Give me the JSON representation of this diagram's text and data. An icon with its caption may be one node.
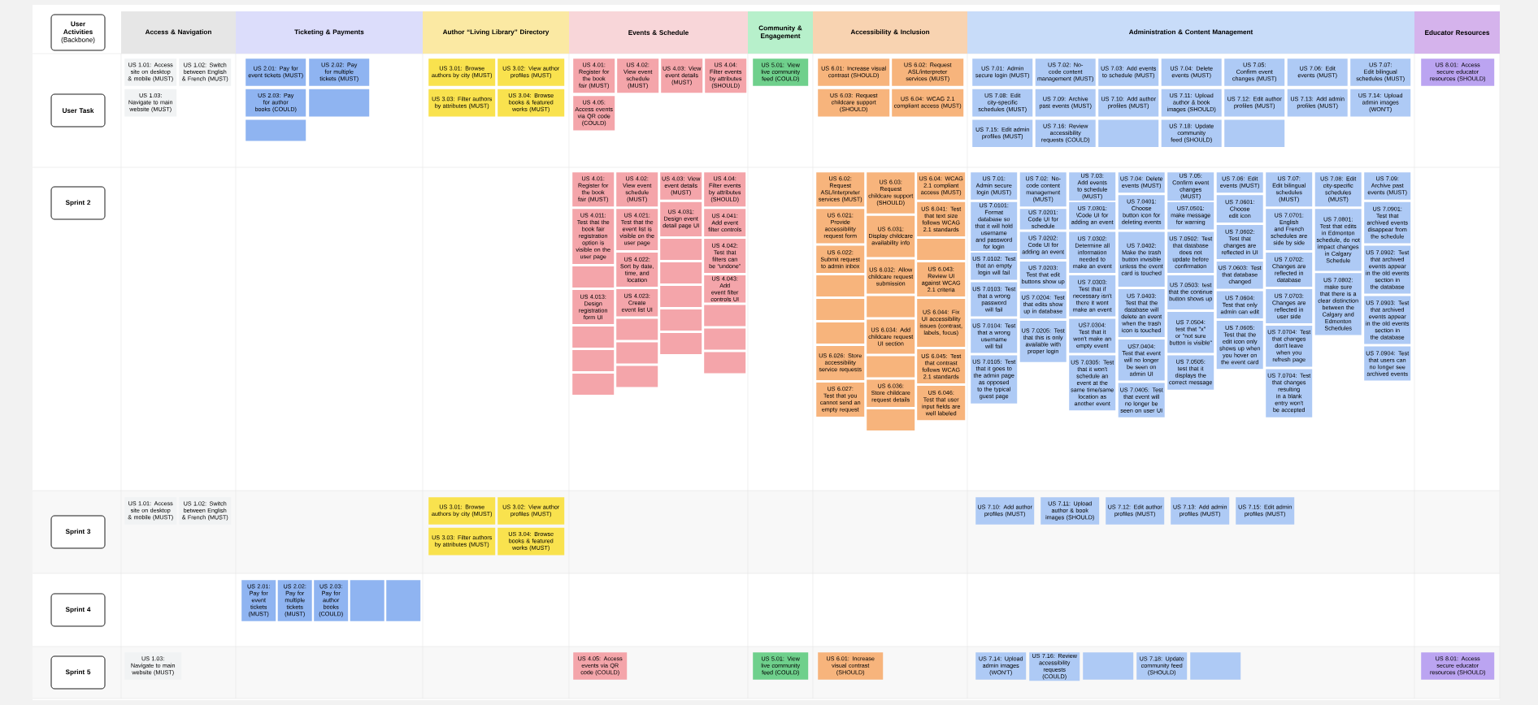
{
  "diagram": {
    "nodes": [
      {
        "text": [
          "**User Activities** (Backbone)"
        ]
      },
      {
        "text": [
          "Access & Navigation"
        ]
      },
      {
        "text": [
          "Ticketing & Payments"
        ]
      },
      {
        "text": [
          "Author “Living Library” Directory"
        ]
      },
      {
        "text": [
          "Events & Schedule"
        ]
      },
      {
        "text": [
          "Community & Engagement"
        ]
      },
      {
        "text": [
          "Accessibility & Inclusion"
        ]
      },
      {
        "text": [
          "Administration & Content Management"
        ]
      },
      {
        "text": [
          "Educator Resources"
        ]
      },
      {
        "text": [
          "User Task"
        ]
      },
      {
        "text": [
          "US 1.01: Access site on desktop & mobile (MUST)"
        ]
      },
      {
        "text": [
          "US 1.02: Switch between English & French (MUST)"
        ]
      },
      {
        "text": [
          "US 1.03: Navigate to main website (MUST)"
        ]
      },
      {
        "text": [
          "US 2.01: Pay for event tickets (MUST)"
        ]
      },
      {
        "text": [
          "US 2.02: Pay for multiple tickets (MUST)"
        ]
      },
      {
        "text": [
          "US 2.03: Pay for author books (COULD)"
        ]
      },
      {
        "text": [],
        "shape": "box"
      },
      {
        "text": [],
        "shape": "box"
      },
      {
        "text": [
          "US 3.01: Browse authors by city (MUST)"
        ]
      },
      {
        "text": [
          "US 3.02: View author profiles (MUST)"
        ]
      },
      {
        "text": [
          "US 3.03: Filter authors by attributes (MUST)"
        ]
      },
      {
        "text": [
          "US 3.04: Browse books & featured works (MUST)"
        ]
      },
      {
        "text": [
          "US 4.01: Register for the book fair (MUST)"
        ]
      },
      {
        "text": [
          "US 4.02: View event schedule (MUST)"
        ]
      },
      {
        "text": [
          "US 4.03: View event details (MUST)"
        ]
      },
      {
        "text": [
          "US 4.04: Filter events by attributes (SHOULD)"
        ]
      },
      {
        "text": [
          "US 4.05: Access events via QR code (COULD)"
        ]
      },
      {
        "text": [
          "US 5.01: View live community feed (COULD)"
        ]
      },
      {
        "text": [
          "US 6.01: Increase visual contrast (SHOULD)"
        ]
      },
      {
        "text": [
          "US 6.02: Request ASL/interpreter services (MUST)"
        ]
      },
      {
        "text": [
          "US 6.03: Request childcare support (SHOULD)"
        ]
      },
      {
        "text": [
          "US 6.04: WCAG 2.1 compliant access (MUST)"
        ]
      },
      {
        "text": [
          "US 7.01: Admin secure login (MUST)"
        ]
      },
      {
        "text": [
          "US 7.02: No-code content management (MUST)"
        ]
      },
      {
        "text": [
          "US 7.03: Add events to schedule (MUST)"
        ]
      },
      {
        "text": [
          "US 7.04: Delete events (MUST)"
        ]
      },
      {
        "text": [
          "US 7.05: Confirm event changes (MUST)"
        ]
      },
      {
        "text": [
          "US 7.06: Edit events (MUST)"
        ]
      },
      {
        "text": [
          "US 7.07: Edit bilingual schedules (MUST)"
        ]
      },
      {
        "text": [
          "US 7.08: Edit city-specific schedules (MUST)"
        ]
      },
      {
        "text": [
          "US 7.09: Archive past events (MUST)"
        ]
      },
      {
        "text": [
          "US 7.10: Add author profiles (MUST)"
        ]
      },
      {
        "text": [
          "US 7.11: Upload author & book images (SHOULD)"
        ]
      },
      {
        "text": [
          "US 7.12: Edit author profiles (MUST)"
        ]
      },
      {
        "text": [
          "US 7.13: Add admin profiles (MUST)"
        ]
      },
      {
        "text": [
          "US 7.14: Upload admin images (WON'T)"
        ]
      },
      {
        "text": [
          "US 7.15: Edit admin profiles (MUST)"
        ]
      },
      {
        "text": [
          "US 7.16: Review accessibility requests (COULD)"
        ]
      },
      {
        "text": [],
        "shape": "box"
      },
      {
        "text": [
          "US 7.18: Update community feed (SHOULD)"
        ]
      },
      {
        "text": [],
        "shape": "box"
      },
      {
        "text": [
          "US 8.01: Access secure educator resources (SHOULD)"
        ]
      },
      {
        "text": [
          "Sprint 2"
        ]
      },
      {
        "text": [
          "US 4.01: Register for the book fair (MUST)"
        ]
      },
      {
        "text": [
          "US 4.011: Test that the book fair registration option is visible on the user page"
        ]
      },
      {
        "text": [],
        "shape": "box"
      },
      {
        "text": [
          "US 4.013: Design registration form UI"
        ]
      },
      {
        "text": [],
        "shape": "box"
      },
      {
        "text": [],
        "shape": "box"
      },
      {
        "text": [],
        "shape": "box"
      },
      {
        "text": [
          "US 4.02: View event schedule (MUST)"
        ]
      },
      {
        "text": [
          "US 4.021: Test that the event list is visible on the user page"
        ]
      },
      {
        "text": [
          "US 4.022: Sort by date, time, and location"
        ]
      },
      {
        "text": [
          "US 4.023: Create event list UI"
        ]
      },
      {
        "text": [],
        "shape": "box"
      },
      {
        "text": [],
        "shape": "box"
      },
      {
        "text": [],
        "shape": "box"
      },
      {
        "text": [
          "US 4.03: View event details (MUST)"
        ]
      },
      {
        "text": [
          "US 4.031: Design event detail page UI"
        ]
      },
      {
        "text": [],
        "shape": "box"
      },
      {
        "text": [],
        "shape": "box"
      },
      {
        "text": [],
        "shape": "box"
      },
      {
        "text": [],
        "shape": "box"
      },
      {
        "text": [],
        "shape": "box"
      },
      {
        "text": [
          "US 4.04: Filter events by attributes (SHOULD)"
        ]
      },
      {
        "text": [
          "US 4.041: Add event filter controls"
        ]
      },
      {
        "text": [
          "US 4.042: Test that filters can be “undone”"
        ]
      },
      {
        "text": [
          "US 4.043: Add event filter controls UI"
        ]
      },
      {
        "text": [],
        "shape": "box"
      },
      {
        "text": [],
        "shape": "box"
      },
      {
        "text": [],
        "shape": "box"
      },
      {
        "text": [
          "US 6.02: Request ASL/interpreter services (MUST)"
        ]
      },
      {
        "text": [
          "US 6.021: Provide accessibility request form"
        ]
      },
      {
        "text": [
          "US 6.022: Submit request to admin inbox"
        ]
      },
      {
        "text": [],
        "shape": "box"
      },
      {
        "text": [],
        "shape": "box"
      },
      {
        "text": [],
        "shape": "box"
      },
      {
        "text": [
          "US 6.026: Store accessibility service requests"
        ]
      },
      {
        "text": [
          "US 6.027: Test that you cannot send an empty request"
        ]
      },
      {
        "text": [
          "US 6.03: Request childcare support (SHOULD)"
        ]
      },
      {
        "text": [
          "US 6.031: Display childcare availability info"
        ]
      },
      {
        "text": [
          "US 6.032: Allow childcare request submission"
        ]
      },
      {
        "text": [],
        "shape": "box"
      },
      {
        "text": [
          "US 6.034: Add childcare request UI section"
        ]
      },
      {
        "text": [],
        "shape": "box"
      },
      {
        "text": [
          "US 6.036: Store childcare request details"
        ]
      },
      {
        "text": [],
        "shape": "box"
      },
      {
        "text": [
          "US 6.04: WCAG 2.1 compliant access (MUST)"
        ]
      },
      {
        "text": [
          "US 6.041: Test that text size follows WCAG 2.1 standards"
        ]
      },
      {
        "text": [],
        "shape": "box"
      },
      {
        "text": [
          "US 6.043: Review UI against WCAG 2.1 criteria"
        ]
      },
      {
        "text": [
          "US 6.044: Fix UI accessibility issues (contrast, labels, focus)"
        ]
      },
      {
        "text": [
          "US 6.045: Test that contrast follows WCAG 2.1 standards"
        ]
      },
      {
        "text": [
          "US 6.046: Test that user input fields are well labeled"
        ]
      },
      {
        "text": [
          "US 7.01: Admin secure login (MUST)"
        ]
      },
      {
        "text": [
          "US 7.0101: Format database so that it will hold username and password for login"
        ]
      },
      {
        "text": [
          "US 7.0102: Test that an empty login will fail"
        ]
      },
      {
        "text": [
          "US 7.0103: Test that a wrong password will fail"
        ]
      },
      {
        "text": [
          "US 7.0104: Test that a wrong username will fail"
        ]
      },
      {
        "text": [
          "US 7.0105: Test that it goes to the admin page as opposed to the typical guest page"
        ]
      },
      {
        "text": [
          "US 7.02: No-code content management (MUST)"
        ]
      },
      {
        "text": [
          "US 7.0201: Code UI for schedule"
        ]
      },
      {
        "text": [
          "US 7.0202: Code UI for adding an event"
        ]
      },
      {
        "text": [
          "US 7.0203: Test that edit buttons show up"
        ]
      },
      {
        "text": [
          "US 7.0204: Test that edits show up in database"
        ]
      },
      {
        "text": [
          "US 7.0205: Test that this is only available with proper login"
        ]
      },
      {
        "text": [
          "US 7.03: Add events to schedule (MUST)"
        ]
      },
      {
        "text": [
          "US 7.0301: \\Code UI for adding an event"
        ]
      },
      {
        "text": [
          "US 7.0302: Determine all information needed to make an event"
        ]
      },
      {
        "text": [
          "US 7.0303: Test that if necessary isn't there it wont make an event"
        ]
      },
      {
        "text": [
          "US7.0304: Test that it won't make an empty event"
        ]
      },
      {
        "text": [
          "US 7.0305: Test that it won't schedule an event at the same time/same location as another event"
        ]
      },
      {
        "text": [
          "US 7.04: Delete events (MUST)"
        ]
      },
      {
        "text": [
          "US 7.0401: Choose button icon for deleting events"
        ]
      },
      {
        "text": [
          "US 7.0402: Make the trash button invisible unless the event card is touched"
        ]
      },
      {
        "text": [
          "US 7.0403: Test that the database will delete an event when the trash icon is touched"
        ]
      },
      {
        "text": [
          "US7.0404: Test that event will no longer be seen on admin UI"
        ]
      },
      {
        "text": [
          "US 7.0405: Test that event will no longer be seen on user UI"
        ]
      },
      {
        "text": [
          "US 7.05: Confirm event changes (MUST)"
        ]
      },
      {
        "text": [
          "US7.0501: make message for warning"
        ]
      },
      {
        "text": [
          "US 7.0502: Test that database does not update before confirmation"
        ]
      },
      {
        "text": [
          "US 7.0503: test that the continue button shows up"
        ]
      },
      {
        "text": [
          "US 7.0504: test that \"x\" or \"not sure button is visible\""
        ]
      },
      {
        "text": [
          "US 7.0505: test that it displays the correct message"
        ]
      },
      {
        "text": [
          "US 7.06: Edit events (MUST)"
        ]
      },
      {
        "text": [
          "US 7.0601: Choose edit icon"
        ]
      },
      {
        "text": [
          "US 7.0602: Test that changes are reflected in UI"
        ]
      },
      {
        "text": [
          "US 7.0603: Test that database changed"
        ]
      },
      {
        "text": [
          "US 7.0604: Test that only admin can edit"
        ]
      },
      {
        "text": [
          "US 7.0605: Test that the edit icon only shows up when you hover on the event card"
        ]
      },
      {
        "text": [
          "US 7.07: Edit bilingual schedules (MUST)"
        ]
      },
      {
        "text": [
          "US 7.0701: English and French schedules are side by side"
        ]
      },
      {
        "text": [
          "US 7.0702: Changes are reflected in database"
        ]
      },
      {
        "text": [
          "US 7.0703: Changes are reflected in user side"
        ]
      },
      {
        "text": [
          "US 7.0704: Test that changes don't leave when you refresh page"
        ]
      },
      {
        "text": [
          "US 7.0704: Test that changes resulting in a blank entry won't be accepted"
        ]
      },
      {
        "text": [
          "US 7.08: Edit city-specific schedules (MUST)"
        ]
      },
      {
        "text": [
          "US 7.0801: Test that edits in Edmonton schedule, do not impact changes in Calgary Schedule"
        ]
      },
      {
        "text": [
          "US 7.0802: make sure that there is a clear distinction between the Calgary and Edmonton Schedules"
        ]
      },
      {
        "text": [
          "US 7.09: Archive past events (MUST)"
        ]
      },
      {
        "text": [
          "US 7.0901: Test that archived events disappear from the schedule"
        ]
      },
      {
        "text": [
          "US 7.0902: Test that archived events appear in the old events section in the database"
        ]
      },
      {
        "text": [
          "US 7.0903: Test that archived events appear in the old events section in the database"
        ]
      },
      {
        "text": [
          "US 7.0904: Test that users can no longer see archived events"
        ]
      },
      {
        "text": [
          "Sprint 3"
        ]
      },
      {
        "text": [
          "US 1.01: Access site on desktop & mobile (MUST)"
        ]
      },
      {
        "text": [
          "US 1.02: Switch between English & French (MUST)"
        ]
      },
      {
        "text": [
          "US 3.01: Browse authors by city (MUST)"
        ]
      },
      {
        "text": [
          "US 3.02: View author profiles (MUST)"
        ]
      },
      {
        "text": [
          "US 3.03: Filter authors by attributes (MUST)"
        ]
      },
      {
        "text": [
          "US 3.04: Browse books & featured works (MUST)"
        ]
      },
      {
        "text": [
          "US 7.10: Add author profiles (MUST)"
        ]
      },
      {
        "text": [
          "US 7.11: Upload author & book images (SHOULD)"
        ]
      },
      {
        "text": [
          "US 7.12: Edit author profiles (MUST)"
        ]
      },
      {
        "text": [
          "US 7.13: Add admin profiles (MUST)"
        ]
      },
      {
        "text": [
          "US 7.15: Edit admin profiles (MUST)"
        ]
      },
      {
        "text": [
          "Sprint 4"
        ]
      },
      {
        "text": [
          "US 2.01: Pay for event tickets (MUST)"
        ]
      },
      {
        "text": [
          "US 2.02: Pay for multiple tickets (MUST)"
        ]
      },
      {
        "text": [
          "US 2.03: Pay for author books (COULD)"
        ]
      },
      {
        "text": [],
        "shape": "box"
      },
      {
        "text": [],
        "shape": "box"
      },
      {
        "text": [
          "Sprint 5"
        ]
      },
      {
        "text": [
          "US 1.03: Navigate to main website (MUST)"
        ]
      },
      {
        "text": [
          "US 4.05: Access events via QR code (COULD)"
        ]
      },
      {
        "text": [
          "US 5.01: View live community feed (COULD)"
        ]
      },
      {
        "text": [
          "US 6.01: Increase visual contrast (SHOULD)"
        ]
      },
      {
        "text": [
          "US 7.14: Upload admin images (WON'T)"
        ]
      },
      {
        "text": [
          "US 7.16: Review accessibility requests (COULD)"
        ]
      },
      {
        "text": [],
        "shape": "box"
      },
      {
        "text": [
          "US 7.18: Update community feed (SHOULD)"
        ]
      },
      {
        "text": [],
        "shape": "box"
      },
      {
        "text": [
          "US 8.01: Access secure educator resources (SHOULD)"
        ]
      }
    ]
  }
}
